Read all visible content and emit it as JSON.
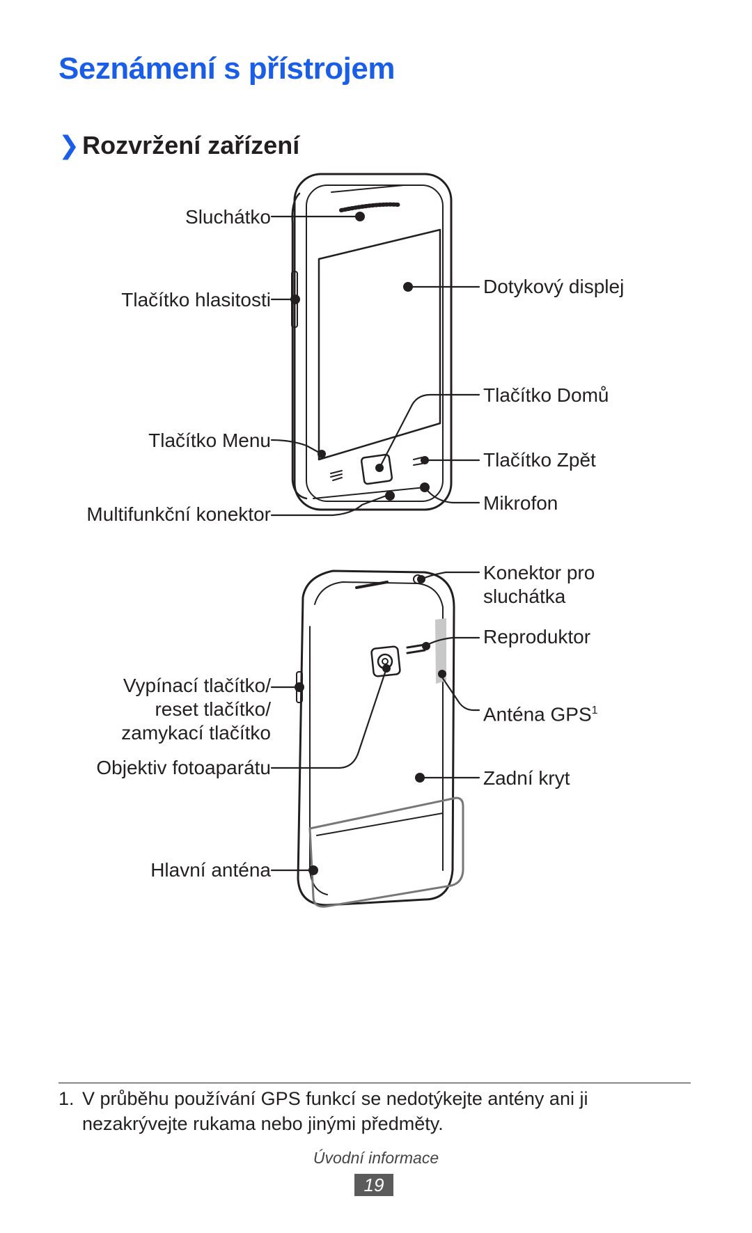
{
  "page": {
    "title": "Seznámení s přístrojem",
    "section_chevron": "❯",
    "section_title": "Rozvržení zařízení"
  },
  "front_labels": {
    "earpiece": "Sluchátko",
    "volume": "Tlačítko hlasitosti",
    "menu": "Tlačítko Menu",
    "connector": "Multifunkční konektor",
    "touchscreen": "Dotykový displej",
    "home": "Tlačítko Domů",
    "back": "Tlačítko Zpět",
    "mic": "Mikrofon"
  },
  "back_labels": {
    "headset_line1": "Konektor pro",
    "headset_line2": "sluchátka",
    "speaker": "Reproduktor",
    "gps": "Anténa GPS",
    "gps_sup": "1",
    "cover": "Zadní kryt",
    "power_line1": "Vypínací tlačítko/",
    "power_line2": "reset tlačítko/",
    "power_line3": "zamykací tlačítko",
    "camera": "Objektiv fotoaparátu",
    "main_antenna": "Hlavní anténa"
  },
  "footnote": {
    "number": "1.",
    "text": "V průběhu používání GPS funkcí se nedotýkejte antény ani ji nezakrývejte rukama nebo jinými předměty."
  },
  "footer": {
    "section": "Úvodní informace",
    "page_number": "19"
  },
  "colors": {
    "accent": "#1a5ee8",
    "text": "#231f20",
    "page_badge": "#5b5b5b"
  }
}
